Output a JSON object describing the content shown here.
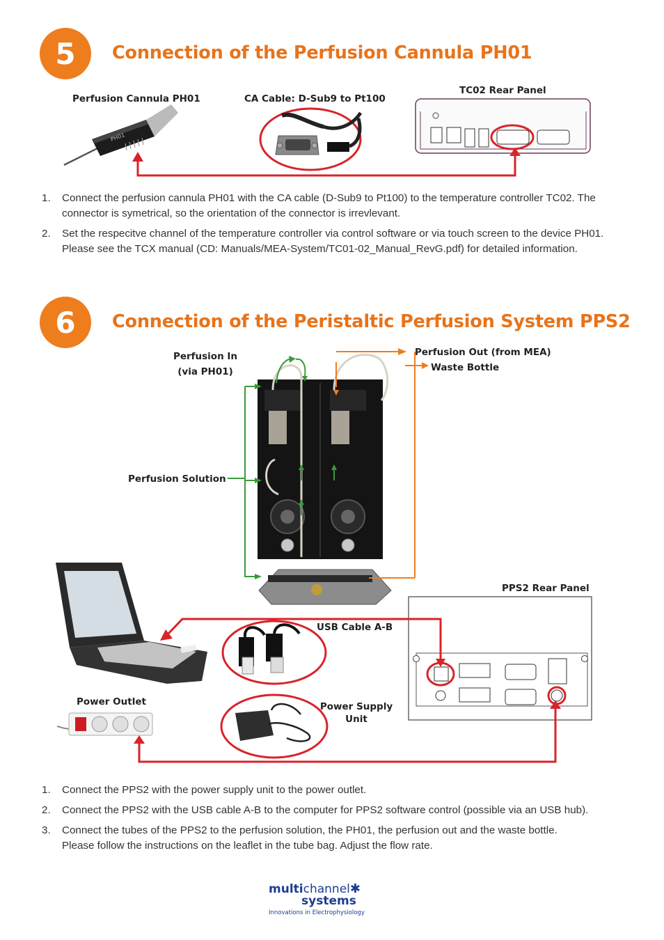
{
  "section5": {
    "number": "5",
    "title": "Connection of the Perfusion Cannula PH01",
    "labels": {
      "cannula": "Perfusion Cannula PH01",
      "cable": "CA Cable: D-Sub9 to Pt100",
      "rear_panel": "TC02 Rear Panel",
      "cannula_text": "PH01"
    },
    "steps": [
      {
        "num": "1.",
        "text": "Connect the perfusion cannula PH01 with the CA cable (D-Sub9 to Pt100) to the temperature controller TC02. The connector is symetrical, so the orientation of the connector is irrevlevant."
      },
      {
        "num": "2.",
        "text": "Set the respecitve channel of the temperature controller via control software or via touch screen to the device PH01. Please see the TCX manual (CD: Manuals/MEA-System/TC01-02_Manual_RevG.pdf) for detailed information."
      }
    ]
  },
  "section6": {
    "number": "6",
    "title": "Connection of the Peristaltic Perfusion System PPS2",
    "labels": {
      "perfusion_in_1": "Perfusion In",
      "perfusion_in_2": "(via PH01)",
      "perfusion_out": "Perfusion Out (from MEA)",
      "waste": "Waste Bottle",
      "solution": "Perfusion Solution",
      "rear_panel": "PPS2 Rear Panel",
      "usb": "USB Cable A-B",
      "outlet": "Power Outlet",
      "psu_1": "Power Supply",
      "psu_2": "Unit"
    },
    "steps": [
      {
        "num": "1.",
        "text": "Connect the PPS2 with the power supply unit to the power outlet."
      },
      {
        "num": "2.",
        "text": "Connect the PPS2 with the USB cable A-B to the computer for PPS2 software control (possible via an USB hub)."
      },
      {
        "num": "3.",
        "text": "Connect the tubes of the PPS2 to the perfusion solution, the PH01, the perfusion out and the waste bottle. Please follow the instructions on the leaflet in the tube bag. Adjust the flow rate."
      }
    ]
  },
  "logo": {
    "word1_bold": "multi",
    "word1_light": "channel",
    "word2": "systems",
    "tagline": "Innovations in Electrophysiology"
  },
  "colors": {
    "accent": "#ee7d1e",
    "heading": "#e8731a",
    "arrow_red": "#d8232a",
    "arrow_green": "#3a9a3a",
    "arrow_orange": "#ee7d1e",
    "logo_blue": "#1d3d8f"
  }
}
